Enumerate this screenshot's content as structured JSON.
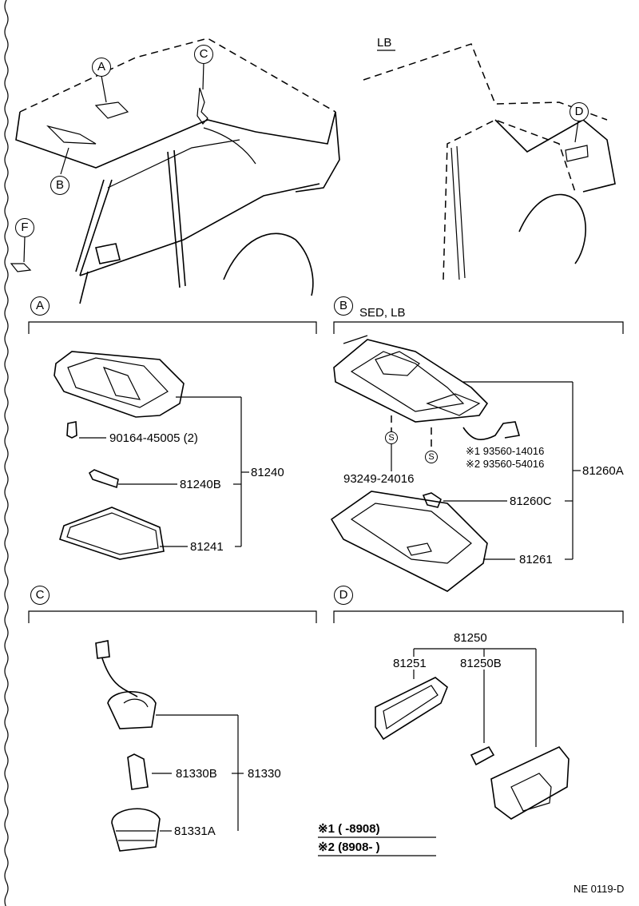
{
  "overview": {
    "lb_label": "LB",
    "callouts": {
      "a": "A",
      "b": "B",
      "c": "C",
      "d": "D",
      "f": "F"
    }
  },
  "section_a": {
    "marker": "A",
    "parts": {
      "screw": "90164-45005 (2)",
      "bulb": "81240B",
      "lens": "81241",
      "assembly": "81240"
    }
  },
  "section_b": {
    "marker": "B",
    "title": "SED, LB",
    "stud_symbol": "S",
    "parts": {
      "clip": "93249-24016",
      "note1_part": "※1 93560-14016",
      "note2_part": "※2 93560-54016",
      "assembly": "81260A",
      "bulb": "81260C",
      "lens": "81261"
    }
  },
  "section_c": {
    "marker": "C",
    "parts": {
      "bulb": "81330B",
      "assembly": "81330",
      "socket": "81331A"
    }
  },
  "section_d": {
    "marker": "D",
    "parts": {
      "assembly": "81250",
      "lens": "81251",
      "bulb": "81250B"
    }
  },
  "legend": {
    "note1": "※1 (      -8908)",
    "note2": "※2 (8908-          )"
  },
  "footer": {
    "code": "NE  0119-D"
  }
}
